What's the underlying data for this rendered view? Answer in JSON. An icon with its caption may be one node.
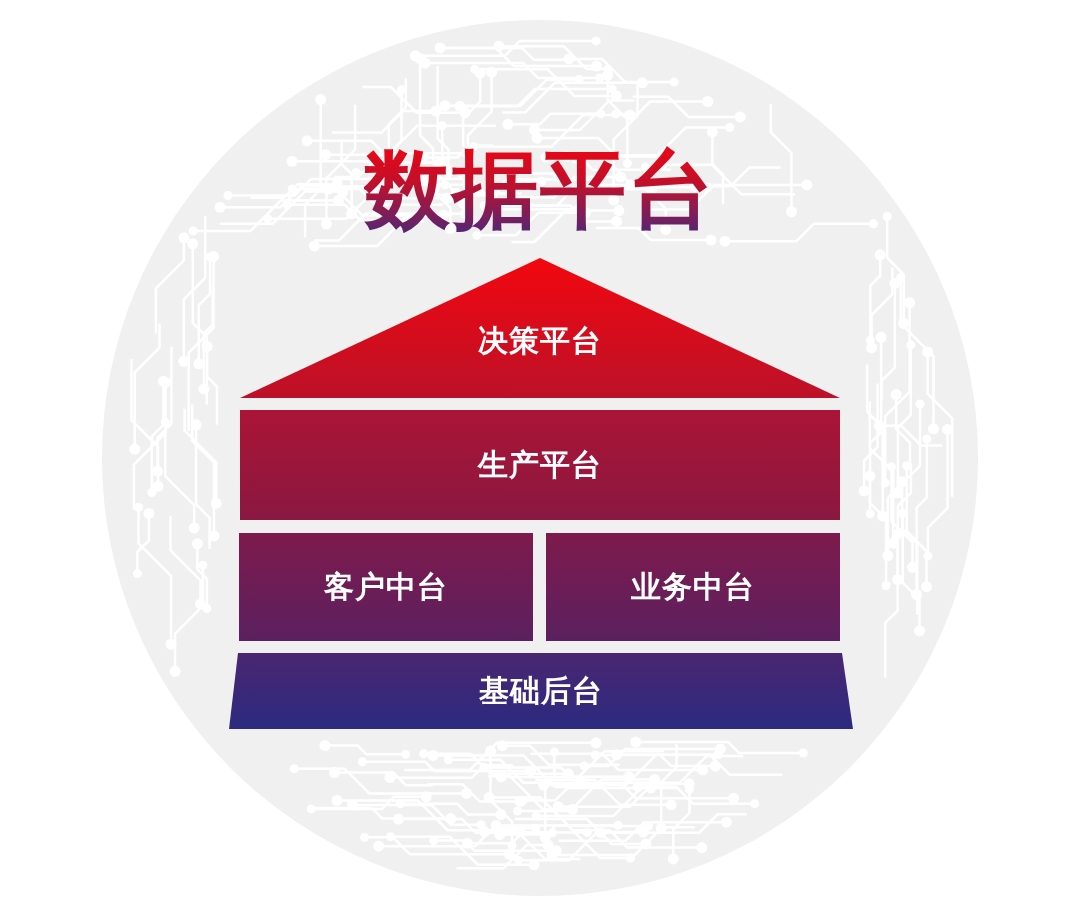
{
  "diagram": {
    "title": "数据平台",
    "nodes": [
      {
        "text": [
          "决策平台"
        ]
      },
      {
        "text": [
          "生产平台"
        ]
      },
      {
        "text": [
          "客户中台"
        ]
      },
      {
        "text": [
          "业务中台"
        ]
      },
      {
        "text": [
          "基础后台"
        ]
      }
    ]
  }
}
